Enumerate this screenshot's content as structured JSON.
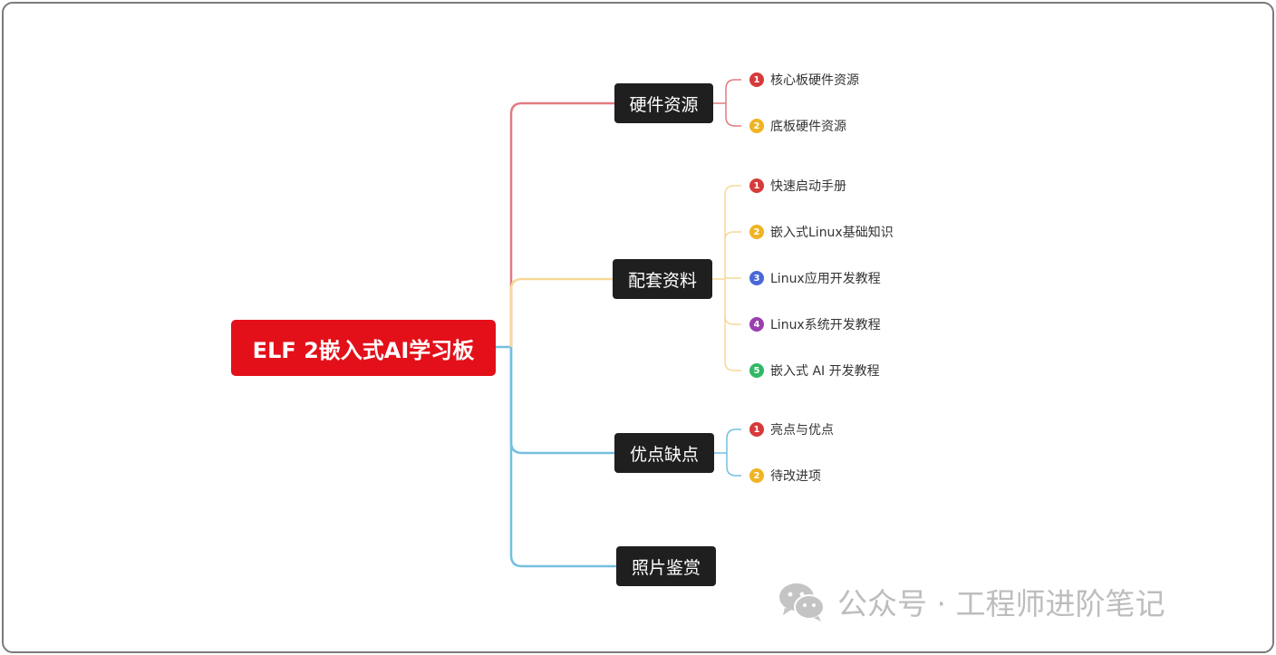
{
  "root": {
    "label": "ELF 2嵌入式AI学习板",
    "color": "#e3101a"
  },
  "branches": [
    {
      "label": "硬件资源",
      "color": "#e27b80",
      "items": [
        {
          "num": "1",
          "label": "核心板硬件资源"
        },
        {
          "num": "2",
          "label": "底板硬件资源"
        }
      ]
    },
    {
      "label": "配套资料",
      "color": "#f5d999",
      "items": [
        {
          "num": "1",
          "label": "快速启动手册"
        },
        {
          "num": "2",
          "label": "嵌入式Linux基础知识"
        },
        {
          "num": "3",
          "label": "Linux应用开发教程"
        },
        {
          "num": "4",
          "label": "Linux系统开发教程"
        },
        {
          "num": "5",
          "label": "嵌入式 AI 开发教程"
        }
      ]
    },
    {
      "label": "优点缺点",
      "color": "#74bfe0",
      "items": [
        {
          "num": "1",
          "label": "亮点与优点"
        },
        {
          "num": "2",
          "label": "待改进项"
        }
      ]
    },
    {
      "label": "照片鉴赏",
      "color": "#74bfe0",
      "items": []
    }
  ],
  "badge_colors": {
    "1": "#d63a3a",
    "2": "#f0b323",
    "3": "#4a68d6",
    "4": "#9b3fb0",
    "5": "#2fb865"
  },
  "watermark": {
    "icon": "wechat-icon",
    "text": "公众号 · 工程师进阶笔记"
  }
}
